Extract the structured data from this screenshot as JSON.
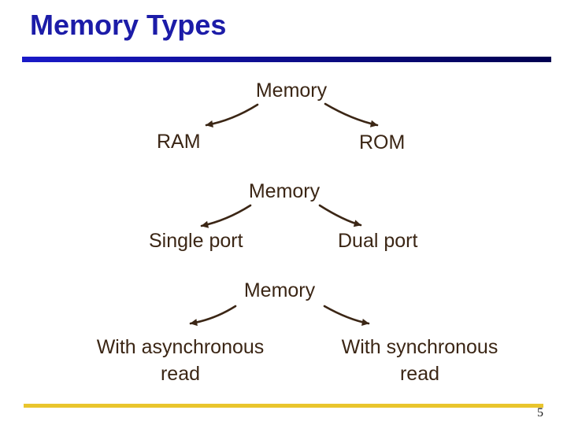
{
  "slide": {
    "title": "Memory Types",
    "page_number": "5"
  },
  "colors": {
    "title_text": "#1c1ca8",
    "rule_start": "#1a1ac8",
    "rule_end": "#000050",
    "diagram_text": "#3b2615",
    "footer_line": "#e9c52d",
    "page_number": "#1a1a1a"
  },
  "diagram": {
    "trees": [
      {
        "root": "Memory",
        "left": "RAM",
        "right": "ROM"
      },
      {
        "root": "Memory",
        "left": "Single port",
        "right": "Dual port"
      },
      {
        "root": "Memory",
        "left_lines": [
          "With asynchronous",
          "read"
        ],
        "right_lines": [
          "With synchronous",
          "read"
        ]
      }
    ]
  }
}
